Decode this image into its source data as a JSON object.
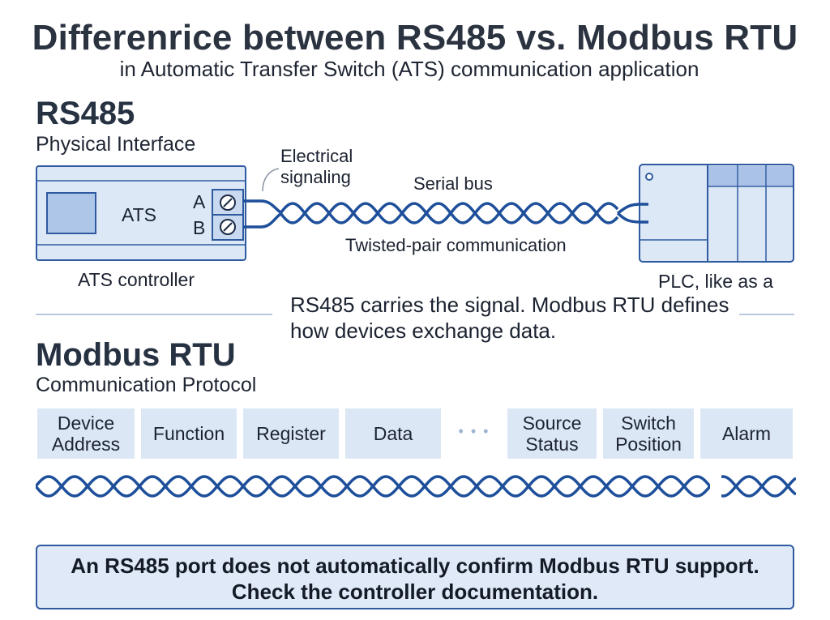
{
  "header": {
    "title": "Differenrice between RS485 vs. Modbus RTU",
    "subtitle": "in Automatic Transfer Switch (ATS) communication application"
  },
  "rs485": {
    "title": "RS485",
    "subtitle": "Physical Interface",
    "ats_box_label": "ATS",
    "terminal_a": "A",
    "terminal_b": "B",
    "ats_caption": "ATS controller",
    "plc_caption": "PLC, like as a",
    "electrical_signaling": "Electrical\nsignaling",
    "serial_bus": "Serial bus",
    "twisted_pair": "Twisted-pair communication"
  },
  "summary": "RS485 carries the signal. Modbus RTU defines how devices exchange data.",
  "modbus": {
    "title": "Modbus RTU",
    "subtitle": "Communication Protocol",
    "frame_fields": [
      "Device Address",
      "Function",
      "Register",
      "Data",
      "Source Status",
      "Switch Position",
      "Alarm"
    ],
    "ellipsis": "• • •"
  },
  "note": {
    "line1": "An RS485 port does not automatically confirm Modbus RTU support.",
    "line2": "Check the controller documentation."
  },
  "colors": {
    "accent": "#2f5aa0",
    "fill": "#dde8f7",
    "wire": "#1e4f9a"
  }
}
